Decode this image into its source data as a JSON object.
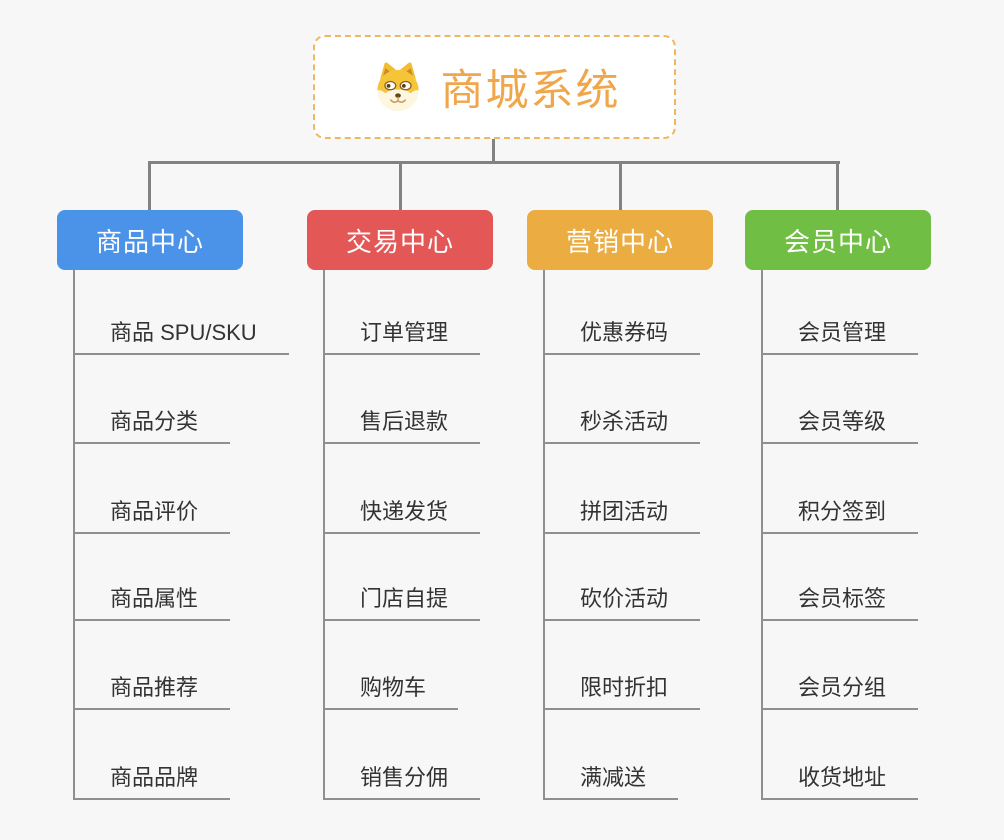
{
  "root": {
    "label": "商城系统",
    "icon": "dog-face"
  },
  "colors": {
    "background": "#f7f7f7",
    "connector": "#828282",
    "root_text": "#f0a64a",
    "root_border": "#efb763",
    "leaf_text": "#333333",
    "leaf_line": "#8f8f8f"
  },
  "branches": [
    {
      "id": "product-center",
      "label": "商品中心",
      "color": "#4a93e8",
      "children": [
        "商品 SPU/SKU",
        "商品分类",
        "商品评价",
        "商品属性",
        "商品推荐",
        "商品品牌"
      ]
    },
    {
      "id": "trade-center",
      "label": "交易中心",
      "color": "#e45757",
      "children": [
        "订单管理",
        "售后退款",
        "快递发货",
        "门店自提",
        "购物车",
        "销售分佣"
      ]
    },
    {
      "id": "marketing-center",
      "label": "营销中心",
      "color": "#ebad41",
      "children": [
        "优惠券码",
        "秒杀活动",
        "拼团活动",
        "砍价活动",
        "限时折扣",
        "满减送"
      ]
    },
    {
      "id": "member-center",
      "label": "会员中心",
      "color": "#70be44",
      "children": [
        "会员管理",
        "会员等级",
        "积分签到",
        "会员标签",
        "会员分组",
        "收货地址"
      ]
    }
  ]
}
